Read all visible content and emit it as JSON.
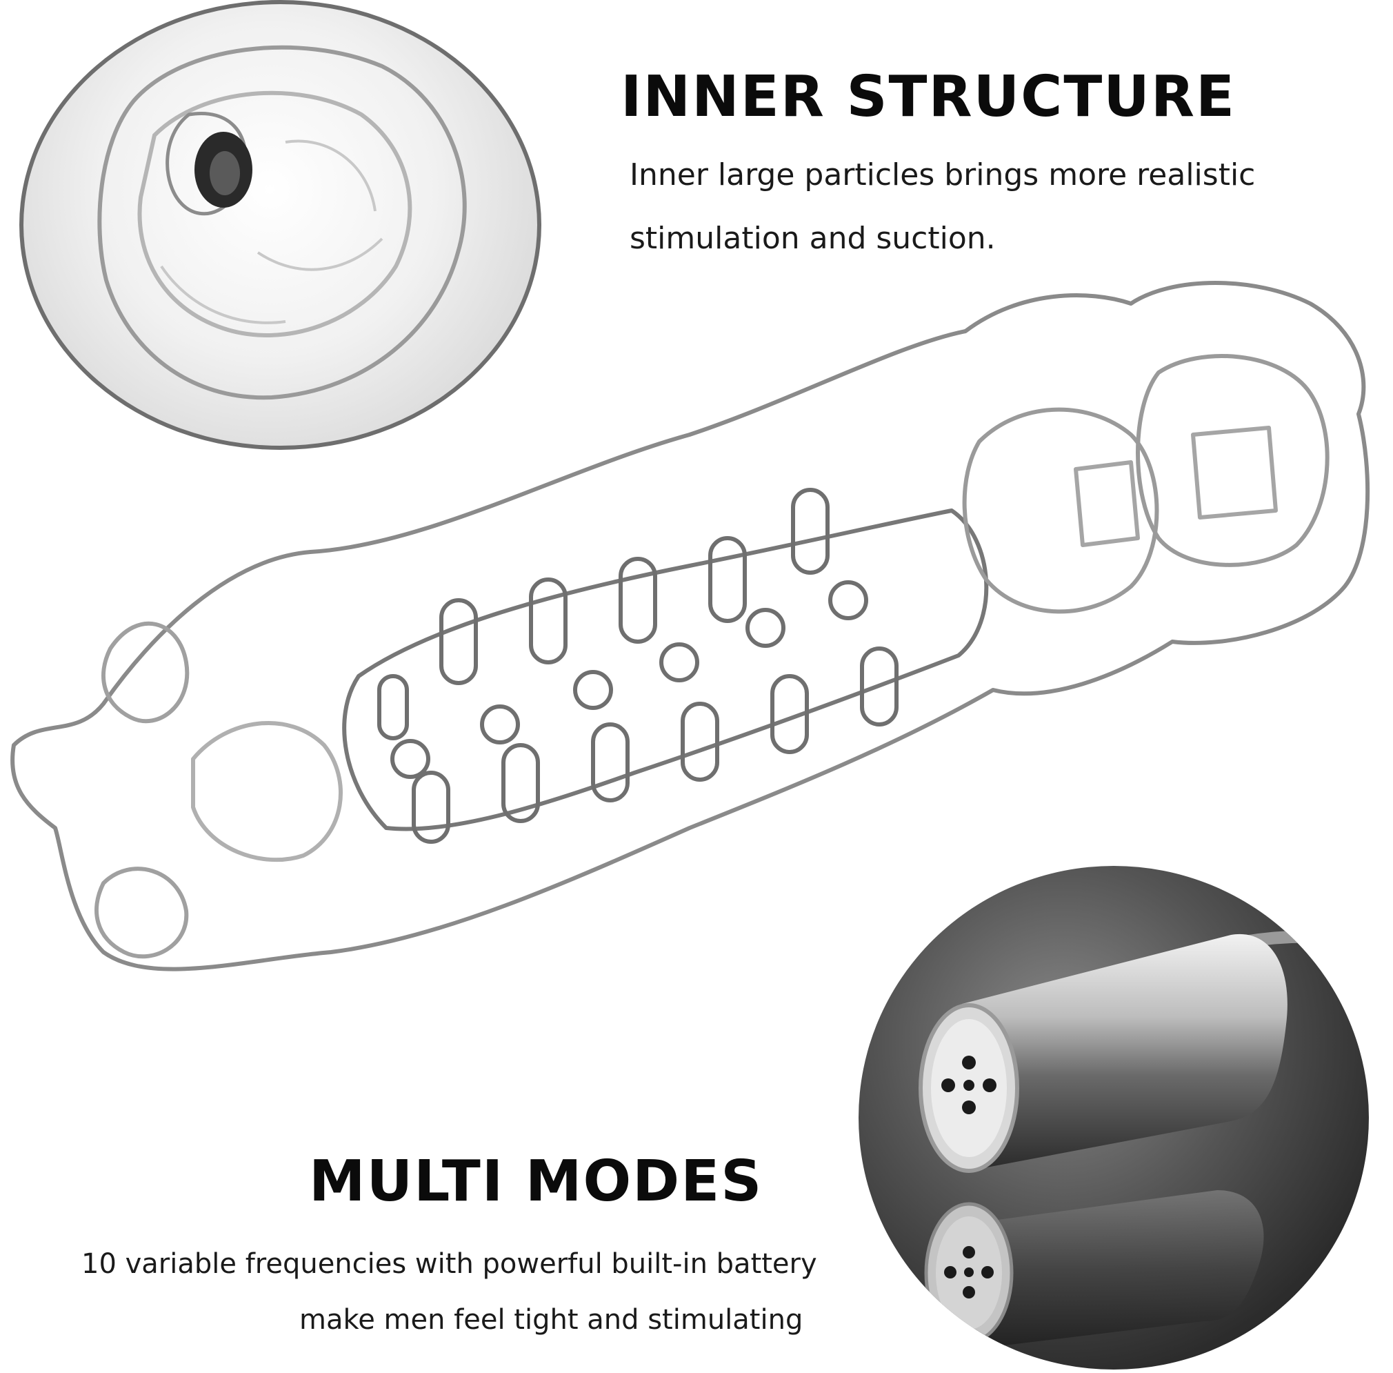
{
  "sections": {
    "inner": {
      "title": "INNER STRUCTURE",
      "lines": [
        "Inner large particles brings more realistic",
        "stimulation and suction."
      ]
    },
    "multi": {
      "title": "MULTI MODES",
      "lines": [
        "10 variable frequencies with powerful built-in battery",
        "make men feel tight and stimulating"
      ]
    }
  },
  "icons": {
    "top_inset": "sleeve-opening-closeup-image",
    "main": "sleeve-inner-structure-illustration",
    "bottom_inset": "bullet-vibrator-image"
  }
}
